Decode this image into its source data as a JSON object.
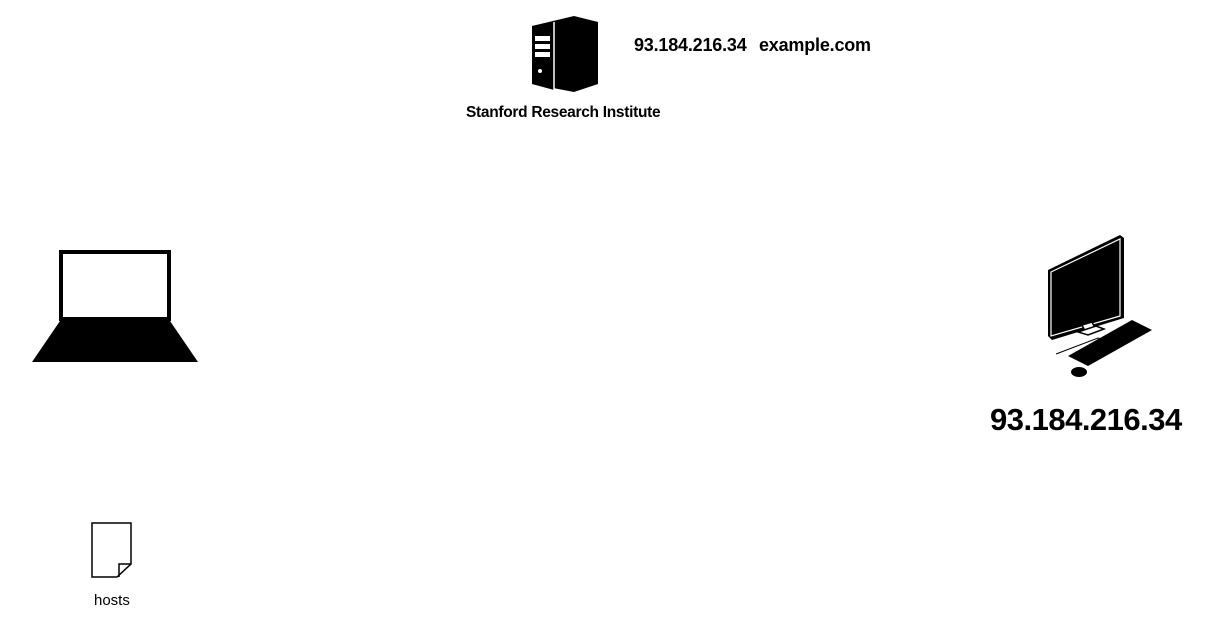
{
  "server": {
    "icon": "server-tower-icon",
    "ip": "93.184.216.34",
    "domain": "example.com",
    "label": "Stanford Research Institute"
  },
  "laptop": {
    "icon": "laptop-icon"
  },
  "desktop": {
    "icon": "desktop-computer-icon",
    "ip": "93.184.216.34"
  },
  "hosts_file": {
    "icon": "document-file-icon",
    "label": "hosts"
  },
  "colors": {
    "foreground": "#000000",
    "background": "#ffffff"
  }
}
